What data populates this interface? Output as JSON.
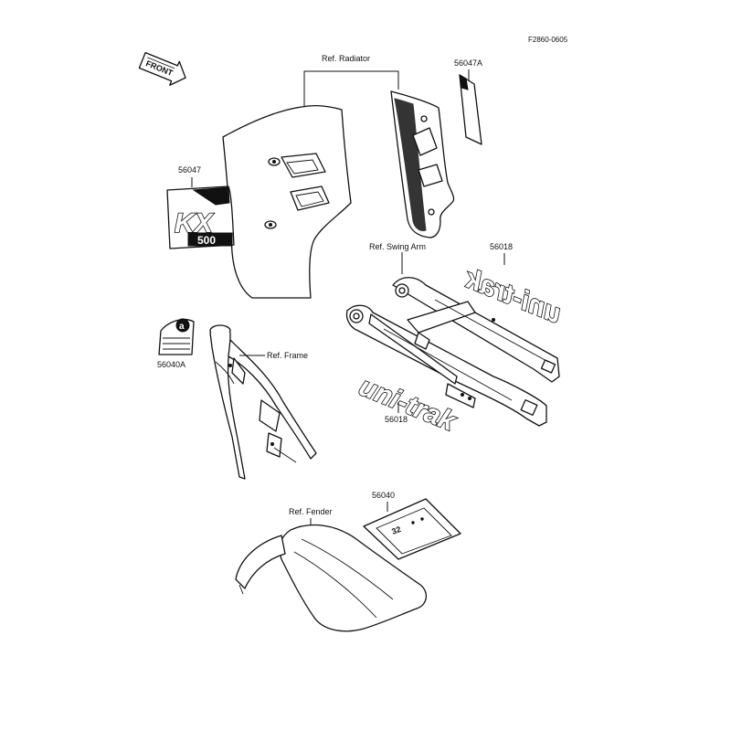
{
  "diagram_code": "F2860-0605",
  "front_arrow": "FRONT",
  "labels": {
    "ref_radiator": "Ref. Radiator",
    "ref_swing_arm": "Ref. Swing Arm",
    "ref_frame": "Ref. Frame",
    "ref_fender": "Ref. Fender"
  },
  "parts": {
    "p56047": "56047",
    "p56047A": "56047A",
    "p56018_top": "56018",
    "p56018_bottom": "56018",
    "p56040A": "56040A",
    "p56040": "56040"
  },
  "decals": {
    "kx": "KX",
    "cc": "500",
    "unitrak": "uni-trak",
    "unitrak_mirror": "uni-trak",
    "badge_letter": "a",
    "plate_text": "32"
  }
}
